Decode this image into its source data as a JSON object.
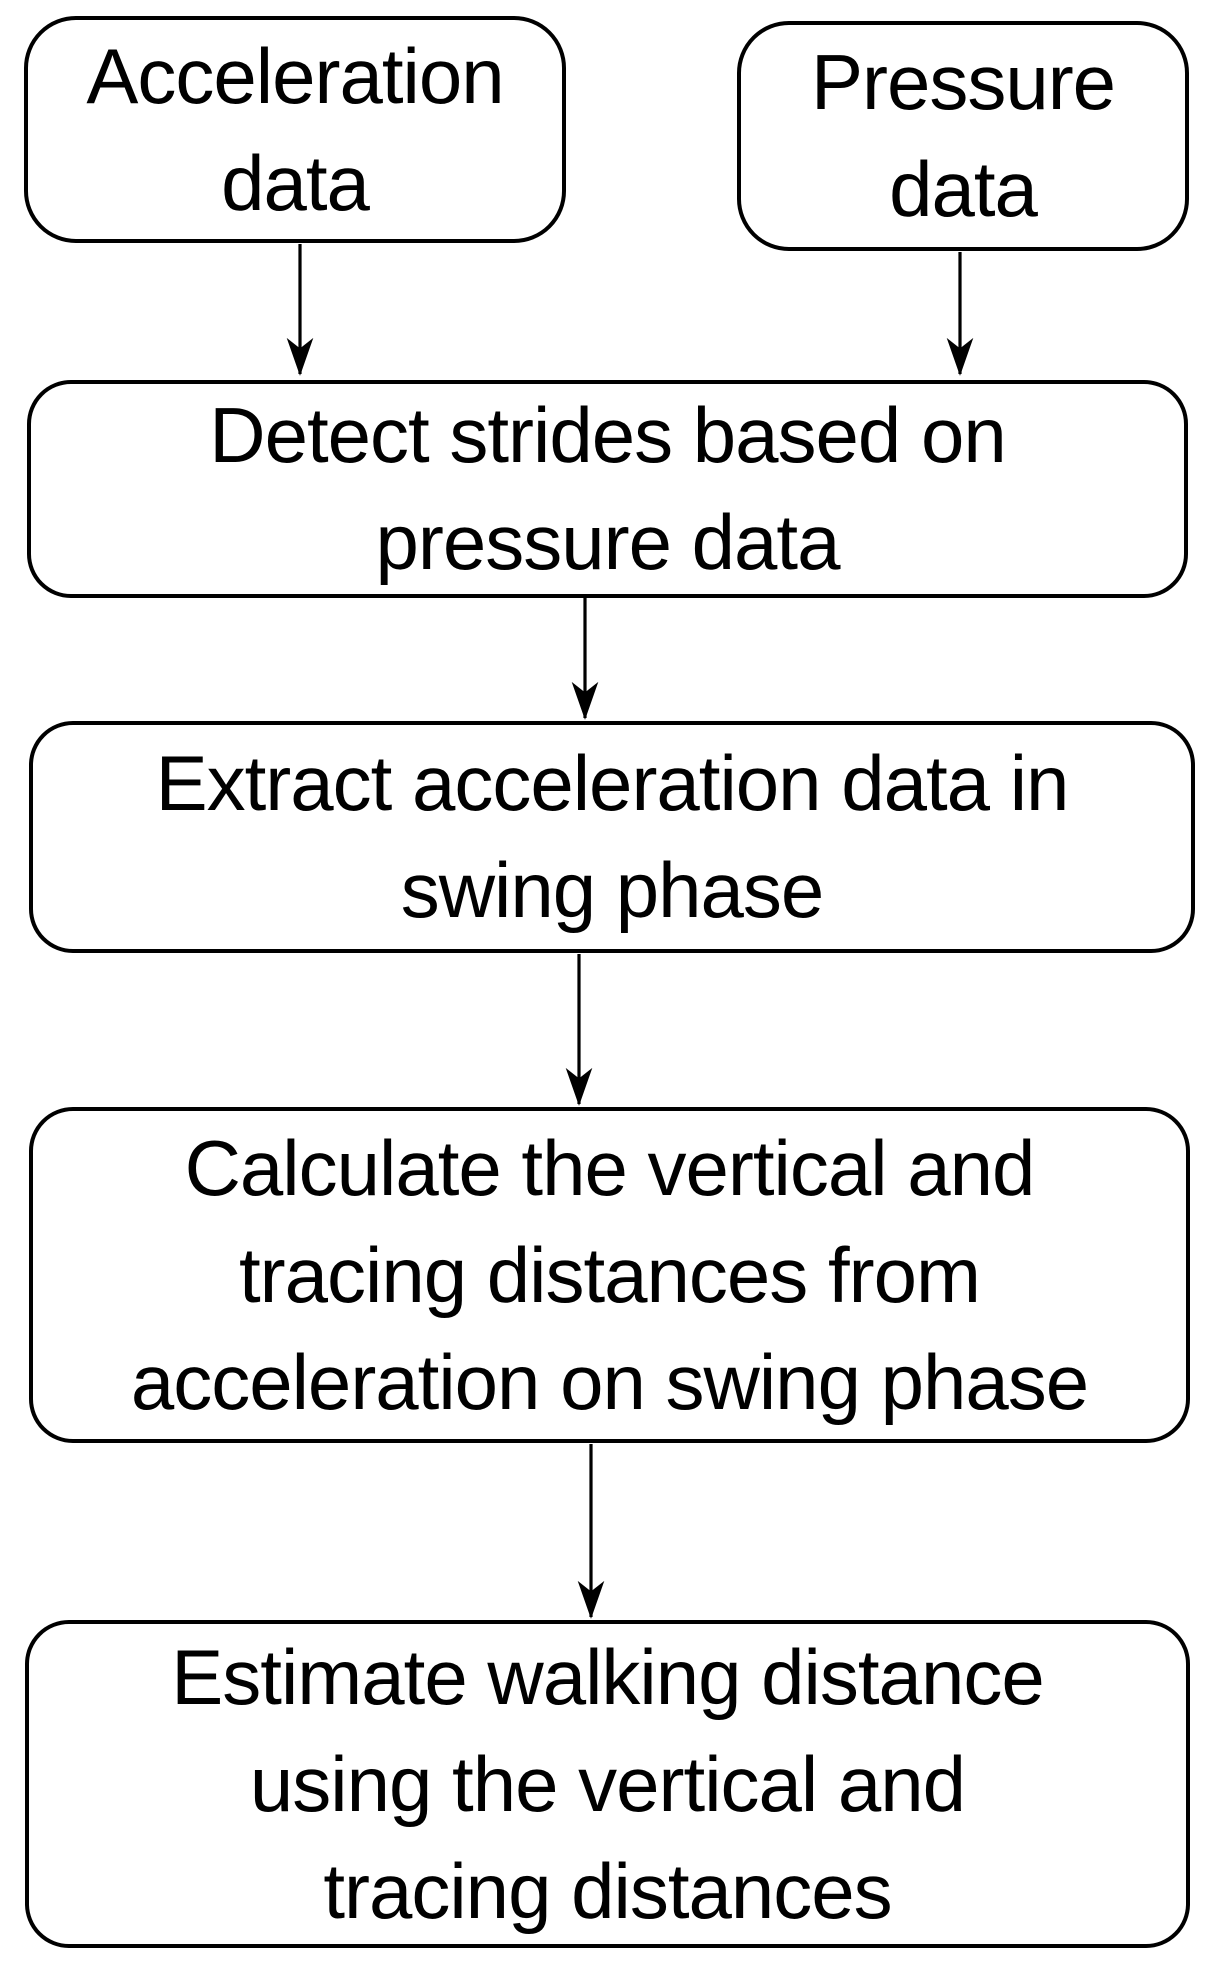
{
  "diagram": {
    "type": "flowchart",
    "background_color": "#ffffff",
    "stroke_color": "#000000",
    "text_color": "#000000",
    "nodes": {
      "acceleration": {
        "label": "Acceleration\ndata"
      },
      "pressure": {
        "label": "Pressure\ndata"
      },
      "detect": {
        "label": "Detect strides based on\npressure data"
      },
      "extract": {
        "label": "Extract acceleration data in\nswing phase"
      },
      "calculate": {
        "label": "Calculate the vertical and\ntracing distances from\nacceleration on swing phase"
      },
      "estimate": {
        "label": "Estimate walking distance\nusing the vertical and\ntracing distances"
      }
    },
    "edges": [
      {
        "from": "acceleration",
        "to": "detect"
      },
      {
        "from": "pressure",
        "to": "detect"
      },
      {
        "from": "detect",
        "to": "extract"
      },
      {
        "from": "extract",
        "to": "calculate"
      },
      {
        "from": "calculate",
        "to": "estimate"
      }
    ]
  }
}
